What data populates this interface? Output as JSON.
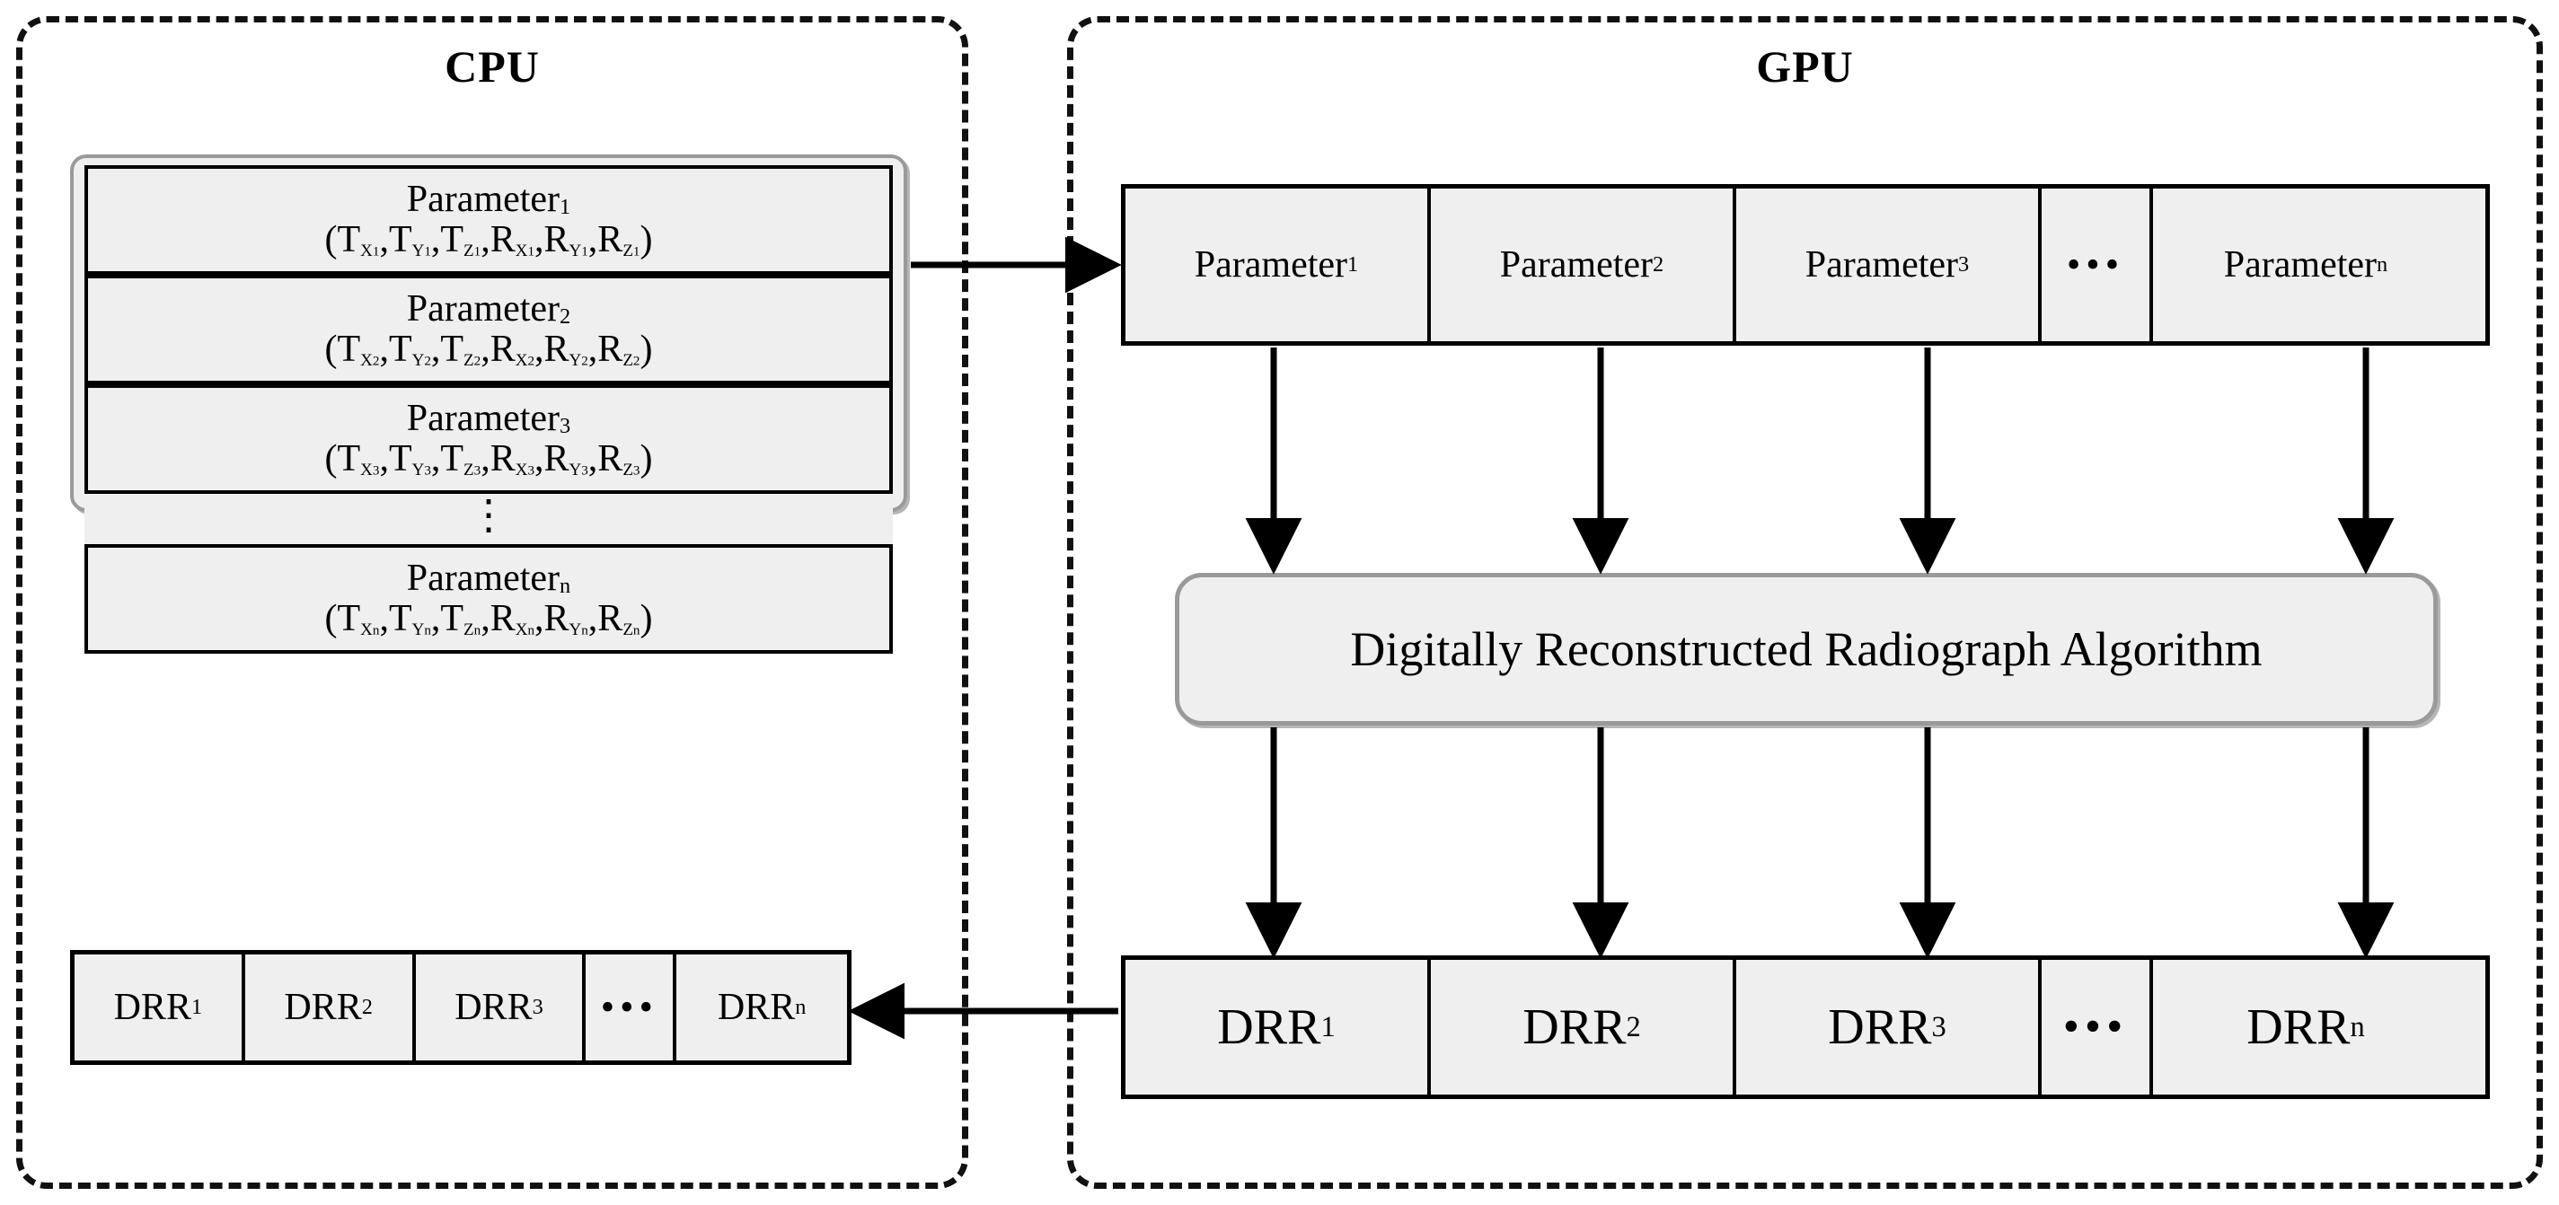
{
  "diagram": {
    "title_cpu": "CPU",
    "title_gpu": "GPU",
    "colors": {
      "box_fill": "#efefef",
      "box_stroke": "#000000",
      "group_stroke": "#9a9a9a",
      "panel_stroke": "#111111",
      "arrow": "#000000"
    }
  },
  "cpu": {
    "panel_title": "CPU",
    "parameters": [
      {
        "name": "Parameter",
        "index": "1",
        "tuple_open": "(",
        "tuple_close": ")",
        "components": [
          {
            "base": "T",
            "axis": "X",
            "index": "1"
          },
          {
            "base": "T",
            "axis": "Y",
            "index": "1"
          },
          {
            "base": "T",
            "axis": "Z",
            "index": "1"
          },
          {
            "base": "R",
            "axis": "X",
            "index": "1"
          },
          {
            "base": "R",
            "axis": "Y",
            "index": "1"
          },
          {
            "base": "R",
            "axis": "Z",
            "index": "1"
          }
        ]
      },
      {
        "name": "Parameter",
        "index": "2",
        "tuple_open": "(",
        "tuple_close": ")",
        "components": [
          {
            "base": "T",
            "axis": "X",
            "index": "2"
          },
          {
            "base": "T",
            "axis": "Y",
            "index": "2"
          },
          {
            "base": "T",
            "axis": "Z",
            "index": "2"
          },
          {
            "base": "R",
            "axis": "X",
            "index": "2"
          },
          {
            "base": "R",
            "axis": "Y",
            "index": "2"
          },
          {
            "base": "R",
            "axis": "Z",
            "index": "2"
          }
        ]
      },
      {
        "name": "Parameter",
        "index": "3",
        "tuple_open": "(",
        "tuple_close": ")",
        "components": [
          {
            "base": "T",
            "axis": "X",
            "index": "3"
          },
          {
            "base": "T",
            "axis": "Y",
            "index": "3"
          },
          {
            "base": "T",
            "axis": "Z",
            "index": "3"
          },
          {
            "base": "R",
            "axis": "X",
            "index": "3"
          },
          {
            "base": "R",
            "axis": "Y",
            "index": "3"
          },
          {
            "base": "R",
            "axis": "Z",
            "index": "3"
          }
        ]
      },
      {
        "name": "Parameter",
        "index": "n",
        "tuple_open": "(",
        "tuple_close": ")",
        "components": [
          {
            "base": "T",
            "axis": "X",
            "index": "n"
          },
          {
            "base": "T",
            "axis": "Y",
            "index": "n"
          },
          {
            "base": "T",
            "axis": "Z",
            "index": "n"
          },
          {
            "base": "R",
            "axis": "X",
            "index": "n"
          },
          {
            "base": "R",
            "axis": "Y",
            "index": "n"
          },
          {
            "base": "R",
            "axis": "Z",
            "index": "n"
          }
        ]
      }
    ],
    "vertical_ellipsis": "⋮",
    "drr_row": {
      "cells": [
        {
          "base": "DRR",
          "index": "1"
        },
        {
          "base": "DRR",
          "index": "2"
        },
        {
          "base": "DRR",
          "index": "3"
        },
        {
          "base": "•••",
          "index": ""
        },
        {
          "base": "DRR",
          "index": "n"
        }
      ],
      "ellipsis": "•••"
    }
  },
  "gpu": {
    "panel_title": "GPU",
    "parameter_row": {
      "cells": [
        {
          "base": "Parameter",
          "index": "1"
        },
        {
          "base": "Parameter",
          "index": "2"
        },
        {
          "base": "Parameter",
          "index": "3"
        },
        {
          "base": "•••",
          "index": ""
        },
        {
          "base": "Parameter",
          "index": "n"
        }
      ],
      "ellipsis": "•••"
    },
    "algorithm_box": {
      "label": "Digitally Reconstructed Radiograph Algorithm"
    },
    "drr_row": {
      "cells": [
        {
          "base": "DRR",
          "index": "1"
        },
        {
          "base": "DRR",
          "index": "2"
        },
        {
          "base": "DRR",
          "index": "3"
        },
        {
          "base": "•••",
          "index": ""
        },
        {
          "base": "DRR",
          "index": "n"
        }
      ],
      "ellipsis": "•••"
    }
  },
  "arrows": {
    "cpu_to_gpu_label": "",
    "gpu_to_cpu_label": "",
    "count_param_to_algo": 4,
    "count_algo_to_drr": 4
  }
}
